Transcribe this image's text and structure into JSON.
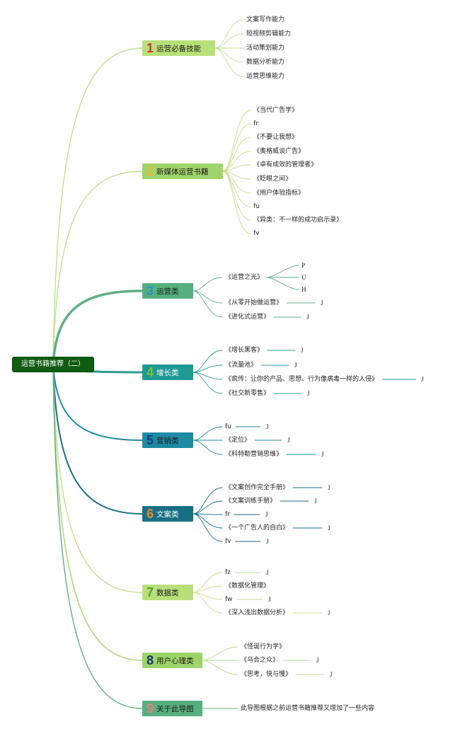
{
  "root": {
    "label": "运营书籍推荐（二）"
  },
  "colors": {
    "root_bg": "#0f5c12",
    "line_light": "#c2dc8a",
    "line_teal": "#2f9a8a",
    "line_dark_teal": "#1f6f8b"
  },
  "branches": [
    {
      "number": "1",
      "label": "运营必备技能",
      "number_color": "#e0313a",
      "bg": "#b8e07a",
      "text_color": "#1a1a1a",
      "leaves": [
        {
          "text": "文案写作能力"
        },
        {
          "text": "短视频剪辑能力"
        },
        {
          "text": "活动策划能力"
        },
        {
          "text": "数据分析能力"
        },
        {
          "text": "运营思维能力"
        }
      ]
    },
    {
      "number": "2",
      "label": "新媒体运营书籍",
      "number_color": "#f2b534",
      "bg": "#9fd46a",
      "text_color": "#1a1a1a",
      "leaves": [
        {
          "text": "《当代广告学》"
        },
        {
          "text": "fr"
        },
        {
          "text": "《不要让我想》"
        },
        {
          "text": "《奥格威谈广告》"
        },
        {
          "text": "《卓有成效的管理者》"
        },
        {
          "text": "《眨眼之间》"
        },
        {
          "text": "《用户体验指标》"
        },
        {
          "text": "fu"
        },
        {
          "text": "《异类：不一样的成功启示录》"
        },
        {
          "text": "fv"
        }
      ]
    },
    {
      "number": "3",
      "label": "运营类",
      "number_color": "#2d8fd6",
      "bg": "#55b07e",
      "text_color": "#1a1a1a",
      "leaves": [
        {
          "text": "《运营之光》",
          "subs": [
            "P",
            "U",
            "H"
          ]
        },
        {
          "text": "《从零开始做运营》",
          "mark": "J"
        },
        {
          "text": "《进化式运营》",
          "mark": "J"
        }
      ]
    },
    {
      "number": "4",
      "label": "增长类",
      "number_color": "#7ec13a",
      "bg": "#1f9a93",
      "text_color": "#ffffff",
      "leaves": [
        {
          "text": "《增长黑客》",
          "mark": "J"
        },
        {
          "text": "《流量池》",
          "mark": "J"
        },
        {
          "text": "《疯传：让你的产品、思想、行为像病毒一样的入侵》",
          "mark": "J"
        },
        {
          "text": "《社交新零售》",
          "mark": "J"
        }
      ]
    },
    {
      "number": "5",
      "label": "营销类",
      "number_color": "#173a8f",
      "bg": "#1e8ba3",
      "text_color": "#1a1a1a",
      "leaves": [
        {
          "text": "fu",
          "mark": "J"
        },
        {
          "text": "《定位》",
          "mark": "J"
        },
        {
          "text": "《科特勒营销思维》",
          "mark": "J"
        }
      ]
    },
    {
      "number": "6",
      "label": "文案类",
      "number_color": "#ef8a1e",
      "bg": "#176f86",
      "text_color": "#ffffff",
      "leaves": [
        {
          "text": "《文案创作完全手册》",
          "mark": "J"
        },
        {
          "text": "《文案训练手册》",
          "mark": "J"
        },
        {
          "text": "fr",
          "mark": "J"
        },
        {
          "text": "《一个广告人的自白》",
          "mark": "J"
        },
        {
          "text": "fv",
          "mark": "J"
        }
      ]
    },
    {
      "number": "7",
      "label": "数据类",
      "number_color": "#5c9e2a",
      "bg": "#b8e07a",
      "text_color": "#1a1a1a",
      "leaves": [
        {
          "text": "fz",
          "mark": "J"
        },
        {
          "text": "《数据化管理》"
        },
        {
          "text": "fw",
          "mark": "J"
        },
        {
          "text": "《深入浅出数据分析》",
          "mark": "J"
        }
      ]
    },
    {
      "number": "8",
      "label": "用户心理类",
      "number_color": "#1c2f7a",
      "bg": "#9fd46a",
      "text_color": "#1a1a1a",
      "leaves": [
        {
          "text": "《怪诞行为学》"
        },
        {
          "text": "《乌合之众》",
          "mark": "J"
        },
        {
          "text": "《思考，快与慢》",
          "mark": "J"
        }
      ]
    },
    {
      "number": "9",
      "label": "关于此导图",
      "number_color": "#f07a86",
      "bg": "#55b07e",
      "text_color": "#1a1a1a",
      "leaves": [
        {
          "text": "此导图根据之前运营书籍推荐又增加了一些内容"
        }
      ]
    }
  ]
}
